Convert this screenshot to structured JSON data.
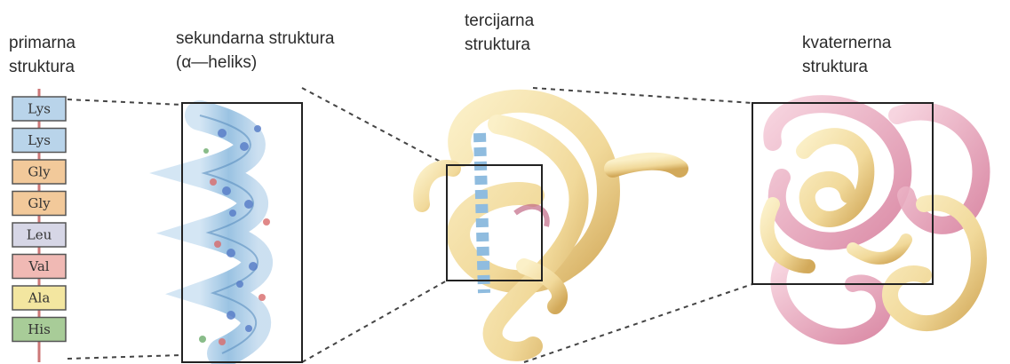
{
  "labels": {
    "primary": [
      "primarna",
      "struktura"
    ],
    "secondary": [
      "sekundarna struktura",
      "(α—heliks)"
    ],
    "tertiary": [
      "tercijarna",
      "struktura"
    ],
    "quaternary": [
      "kvaternerna",
      "struktura"
    ]
  },
  "amino_acids": [
    {
      "name": "Lys",
      "color": "#b9d4ea"
    },
    {
      "name": "Lys",
      "color": "#b9d4ea"
    },
    {
      "name": "Gly",
      "color": "#f2c99a"
    },
    {
      "name": "Gly",
      "color": "#f2c99a"
    },
    {
      "name": "Leu",
      "color": "#d6d6e6"
    },
    {
      "name": "Val",
      "color": "#f0b9b4"
    },
    {
      "name": "Ala",
      "color": "#f3e6a0"
    },
    {
      "name": "His",
      "color": "#a8cc98"
    }
  ],
  "colors": {
    "helix": "#8fbcdf",
    "helix_dark": "#5b8fc0",
    "tertiary_ribbon": "#f1d99a",
    "tertiary_shadow": "#d2a95a",
    "quaternary_pink": "#e5a0b4",
    "quaternary_yellow": "#f2df9c",
    "box_stroke": "#222222",
    "connector": "#444444"
  }
}
